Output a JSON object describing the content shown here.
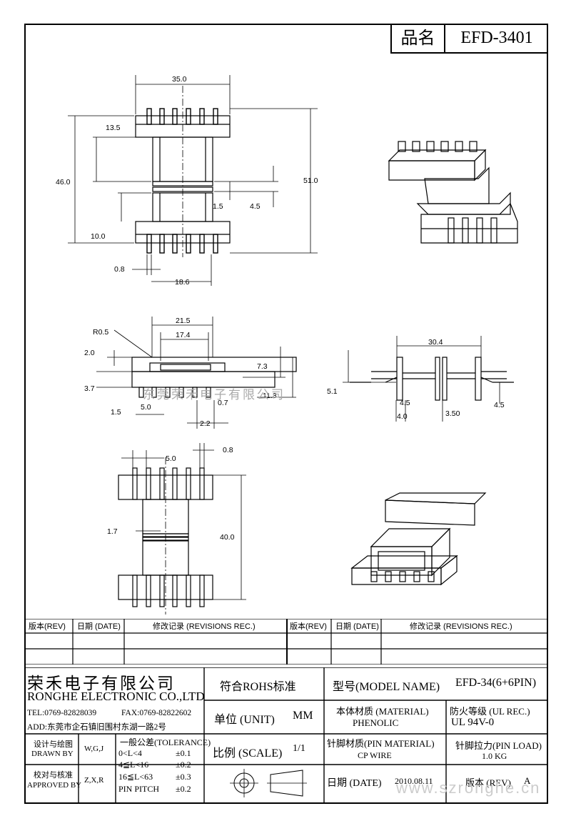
{
  "header": {
    "product_label": "品名",
    "product_value": "EFD-3401"
  },
  "dimensions": {
    "d_a": "35.0",
    "d_b": "13.5",
    "d_c": "46.0",
    "d_d": "10.0",
    "d_e": "1.5",
    "d_f": "51.0",
    "d_g": "4.5",
    "d_h": "0.8",
    "d_i": "18.6",
    "s_r": "R0.5",
    "s_215": "21.5",
    "s_174": "17.4",
    "s_20": "2.0",
    "s_37": "3.7",
    "s_15": "1.5",
    "s_50": "5.0",
    "s_73": "7.3",
    "s_07": "0.7",
    "s_113": "11.3",
    "s_22": "2.2",
    "r_304": "30.4",
    "r_51": "5.1",
    "r_45a": "4.5",
    "r_40": "4.0",
    "r_350": "3.50",
    "r_45b": "4.5",
    "b_50": "5.0",
    "b_08": "0.8",
    "b_17": "1.7",
    "b_400": "40.0"
  },
  "revisions": {
    "col_rev": "版本(REV)",
    "col_date": "日期 (DATE)",
    "col_rec": "修改记录 (REVISIONS REC.)"
  },
  "company": {
    "name_cn": "荣禾电子有限公司",
    "name_en": "RONGHE ELECTRONIC CO.,LTD",
    "tel": "TEL:0769-82828039",
    "fax": "FAX:0769-82822602",
    "addr": "ADD:东莞市企石镇旧围村东湖一路2号"
  },
  "title_block": {
    "rohs": "符合ROHS标准",
    "model_label": "型号(MODEL NAME)",
    "model_value": "EFD-34(6+6PIN)",
    "unit_label": "单位 (UNIT)",
    "unit_value": "MM",
    "material_label": "本体材质 (MATERIAL)",
    "material_value": "PHENOLIC",
    "ul_label": "防火等级 (UL REC.)",
    "ul_value": "UL 94V-0",
    "scale_label": "比例 (SCALE)",
    "scale_value": "1/1",
    "pin_mat_label": "针脚材质(PIN MATERIAL)",
    "pin_mat_value": "CP WIRE",
    "pin_load_label": "针脚拉力(PIN LOAD)",
    "pin_load_value": "1.0 KG",
    "date_label": "日期 (DATE)",
    "date_value": "2010.08.11",
    "rev_label": "版本 (REV)",
    "rev_value": "A",
    "designed_cn": "设计与绘图",
    "designed_en": "DRAWN BY",
    "designed_val": "W,G,J",
    "approved_cn": "校对与核准",
    "approved_en": "APPROVED BY",
    "approved_val": "Z,X,R",
    "tol_title": "一般公差(TOLERANCE)",
    "tol_rows": [
      {
        "range": "0<L<4",
        "tol": "±0.1"
      },
      {
        "range": "4≦L<16",
        "tol": "±0.2"
      },
      {
        "range": "16≦L<63",
        "tol": "±0.3"
      },
      {
        "range": "PIN PITCH",
        "tol": "±0.2"
      }
    ]
  },
  "watermark": {
    "site": "www.szronghe.cn",
    "overlay": "东莞荣禾电子有限公司"
  }
}
